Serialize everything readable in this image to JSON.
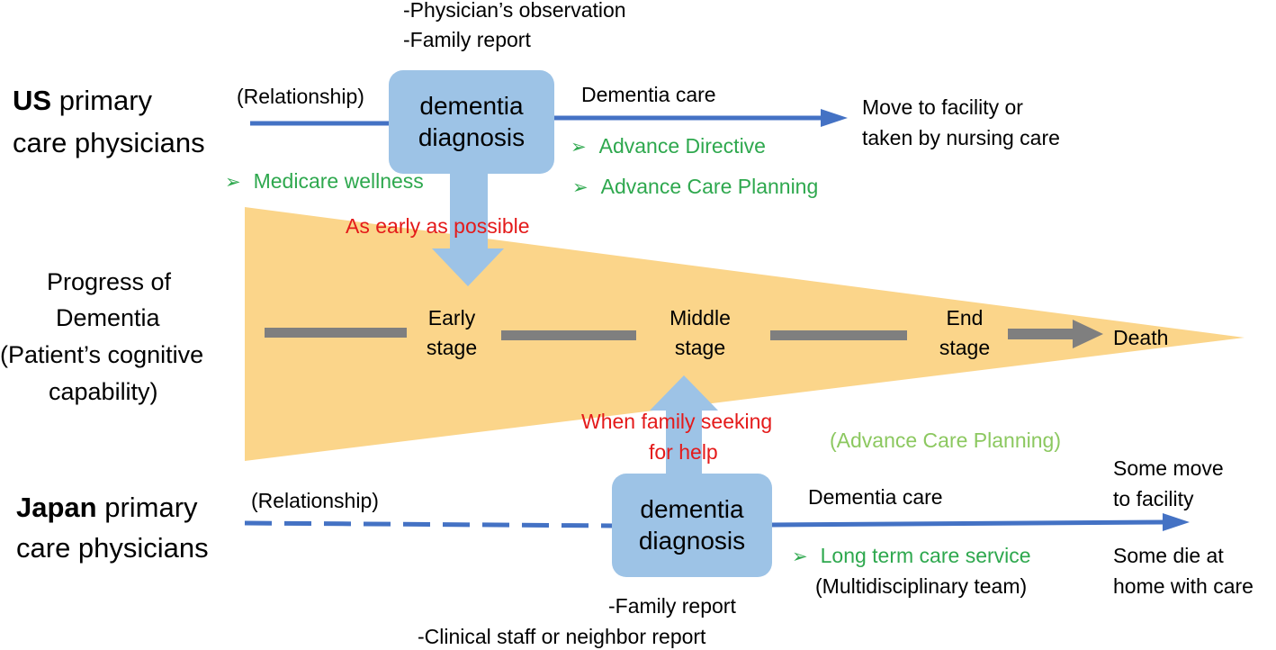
{
  "us": {
    "row_label_bold": "US",
    "row_label_rest": " primary",
    "row_label_line2": "care physicians",
    "relationship": "(Relationship)",
    "diagnosis_line1": "dementia",
    "diagnosis_line2": "diagnosis",
    "sources": [
      "-Physician’s observation",
      "-Family report"
    ],
    "care_label": "Dementia care",
    "outcome_line1": "Move to facility or",
    "outcome_line2": "taken by nursing care",
    "bullet_medicare": "Medicare wellness",
    "bullet_directive": "Advance Directive",
    "bullet_acp": "Advance Care Planning",
    "timing": "As early as possible"
  },
  "progress": {
    "label_lines": [
      "Progress of",
      "Dementia",
      "(Patient’s cognitive",
      "capability)"
    ],
    "stages": [
      {
        "line1": "Early",
        "line2": "stage"
      },
      {
        "line1": "Middle",
        "line2": "stage"
      },
      {
        "line1": "End",
        "line2": "stage"
      }
    ],
    "death": "Death",
    "acp_note": "(Advance Care Planning)"
  },
  "japan": {
    "row_label_bold": "Japan",
    "row_label_rest": " primary",
    "row_label_line2": "care physicians",
    "relationship": "(Relationship)",
    "timing_line1": "When family seeking",
    "timing_line2": "for help",
    "diagnosis_line1": "dementia",
    "diagnosis_line2": "diagnosis",
    "care_label": "Dementia care",
    "bullet_ltc": "Long term care service",
    "multidisciplinary": "(Multidisciplinary team)",
    "outcome_a_line1": "Some move",
    "outcome_a_line2": "to facility",
    "outcome_b_line1": "Some die at",
    "outcome_b_line2": "home with care",
    "sources": [
      "-Family report",
      "-Clinical staff or neighbor report"
    ]
  },
  "colors": {
    "wedge": "#fbd58a",
    "box": "#9dc3e6",
    "big_arrow": "#9dc3e6",
    "blue_line": "#4472c4",
    "gray": "#7f7f7f",
    "green": "#2ea84e",
    "red": "#e41a1a",
    "light_green": "#8cc860"
  },
  "icons": {
    "bullet": "arrowhead-bullet-icon"
  }
}
